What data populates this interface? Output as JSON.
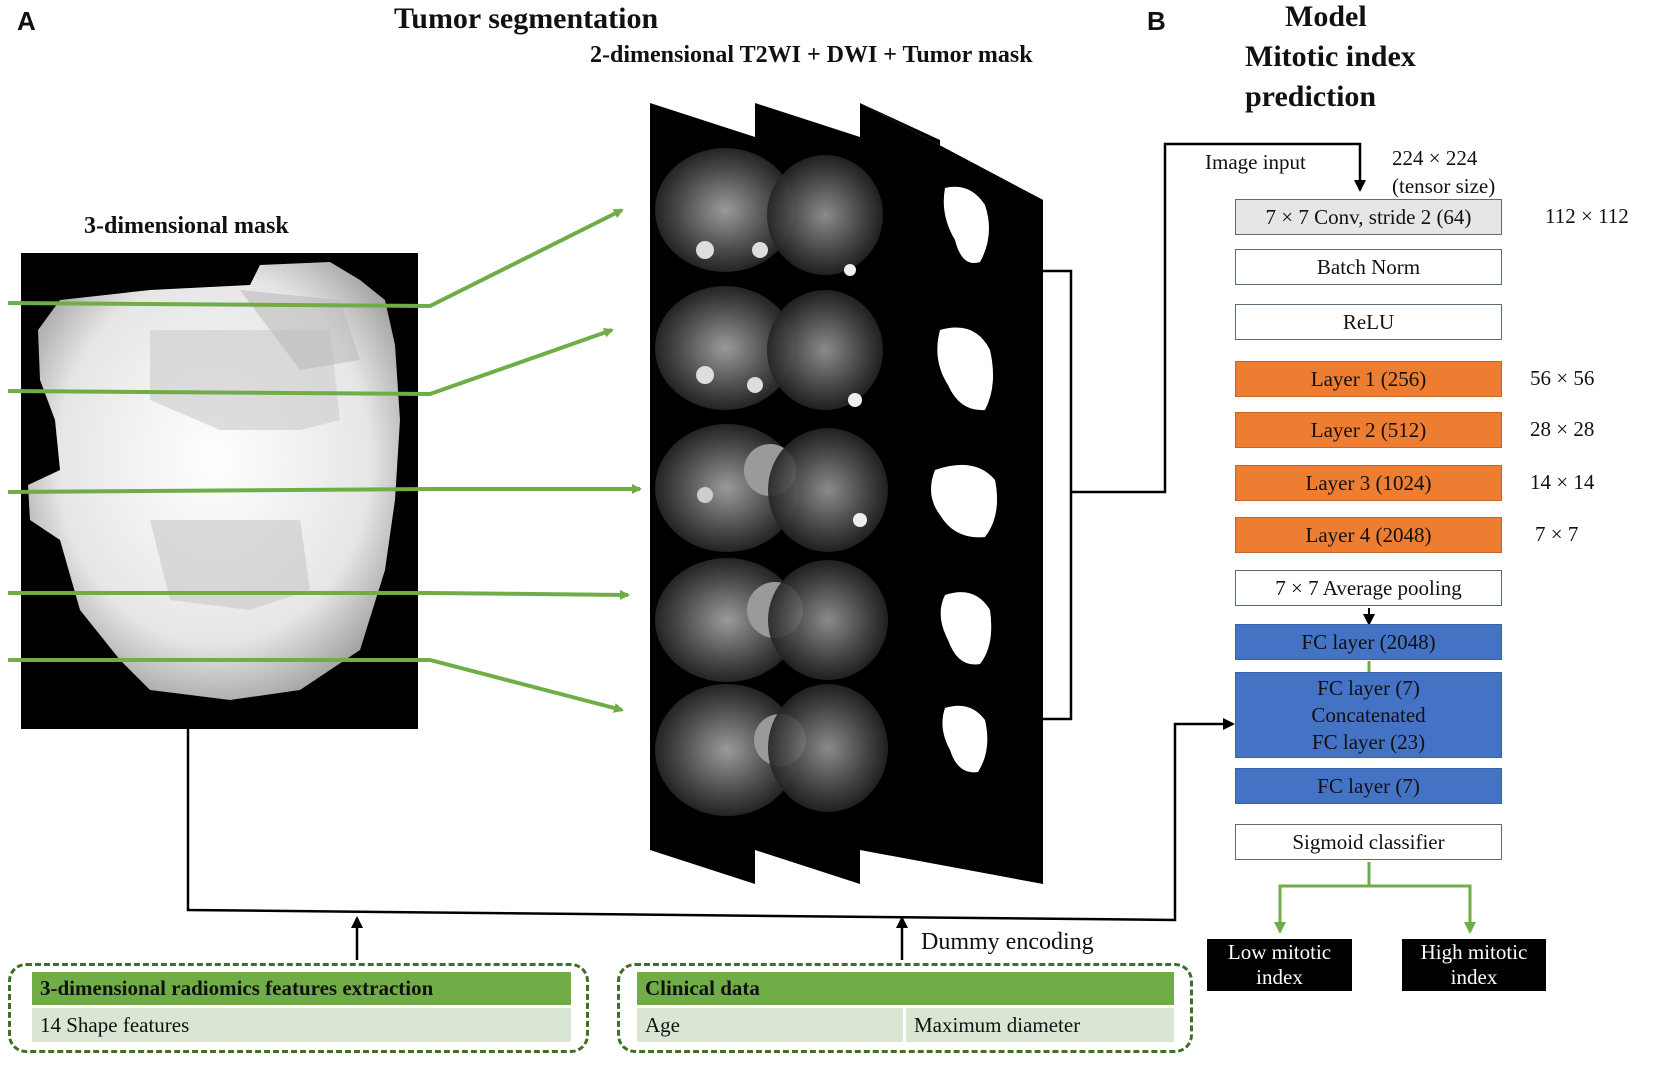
{
  "panel_a": {
    "letter": "A",
    "title": "Tumor segmentation",
    "slice_heading": "2-dimensional T2WI + DWI + Tumor mask",
    "mask_heading": "3-dimensional mask"
  },
  "panel_b": {
    "letter": "B",
    "title_lines": [
      "Model",
      "Mitotic index",
      "prediction"
    ],
    "image_input": "Image input",
    "input_size_lines": [
      "224 × 224",
      "(tensor size)"
    ],
    "layers": [
      {
        "label": "7 × 7 Conv, stride 2 (64)",
        "style": "gray",
        "size": "112 × 112"
      },
      {
        "label": "Batch Norm",
        "style": "white",
        "size": ""
      },
      {
        "label": "ReLU",
        "style": "white",
        "size": ""
      },
      {
        "label": "Layer 1 (256)",
        "style": "orange",
        "size": "56 × 56"
      },
      {
        "label": "Layer 2 (512)",
        "style": "orange",
        "size": "28 × 28"
      },
      {
        "label": "Layer 3 (1024)",
        "style": "orange",
        "size": "14 × 14"
      },
      {
        "label": "Layer 4 (2048)",
        "style": "orange",
        "size": "7 × 7"
      },
      {
        "label": "7 × 7 Average pooling",
        "style": "white",
        "size": ""
      },
      {
        "label": "FC layer (2048)",
        "style": "blue",
        "size": ""
      }
    ],
    "concat_lines": [
      "FC layer (7)",
      "Concatenated",
      "FC layer (23)"
    ],
    "fc7": "FC layer (7)",
    "sigmoid": "Sigmoid classifier",
    "outputs": [
      {
        "lines": [
          "Low mitotic",
          "index"
        ]
      },
      {
        "lines": [
          "High mitotic",
          "index"
        ]
      }
    ]
  },
  "dummy_encoding": "Dummy encoding",
  "radiomics": {
    "header": "3-dimensional radiomics features extraction",
    "cell": "14 Shape features"
  },
  "clinical": {
    "header": "Clinical data",
    "cells": [
      "Age",
      "Maximum diameter"
    ]
  },
  "colors": {
    "green_arrow": "#70ad47",
    "orange": "#ed7d31",
    "blue": "#4472c4",
    "gray": "#e6e6e6"
  }
}
